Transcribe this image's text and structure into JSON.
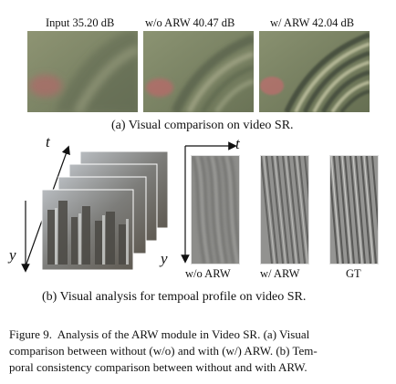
{
  "panel_a": {
    "labels": [
      "Input 35.20 dB",
      "w/o ARW 40.47 dB",
      "w/ ARW 42.04 dB"
    ],
    "caption": "(a) Visual comparison on video SR."
  },
  "panel_b": {
    "axis_t": "t",
    "axis_y": "y",
    "labels": [
      "w/o ARW",
      "w/ ARW",
      "GT"
    ],
    "caption": "(b) Visual analysis for tempoal profile on video SR."
  },
  "figure_caption": {
    "line1": "Figure 9.  Analysis of the ARW module in Video SR. (a) Visual",
    "line2": "comparison between without (w/o) and with (w/) ARW. (b) Tem-",
    "line3": "poral consistency comparison between without and with ARW."
  }
}
